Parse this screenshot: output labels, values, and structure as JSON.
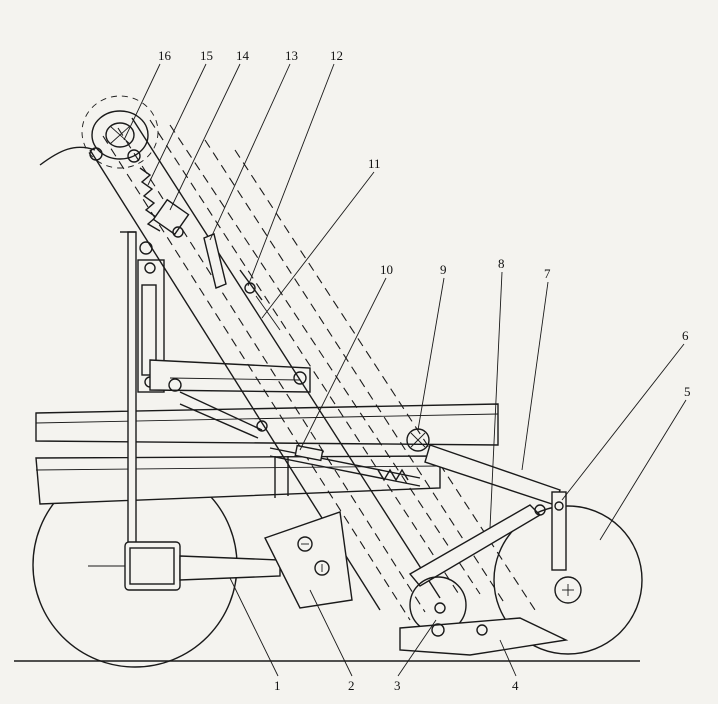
{
  "part_labels": [
    "1",
    "2",
    "3",
    "4",
    "5",
    "6",
    "7",
    "8",
    "9",
    "10",
    "11",
    "12",
    "13",
    "14",
    "15",
    "16"
  ],
  "colors": {
    "ink": "#1a1a1a",
    "paper": "#f4f3ef"
  }
}
